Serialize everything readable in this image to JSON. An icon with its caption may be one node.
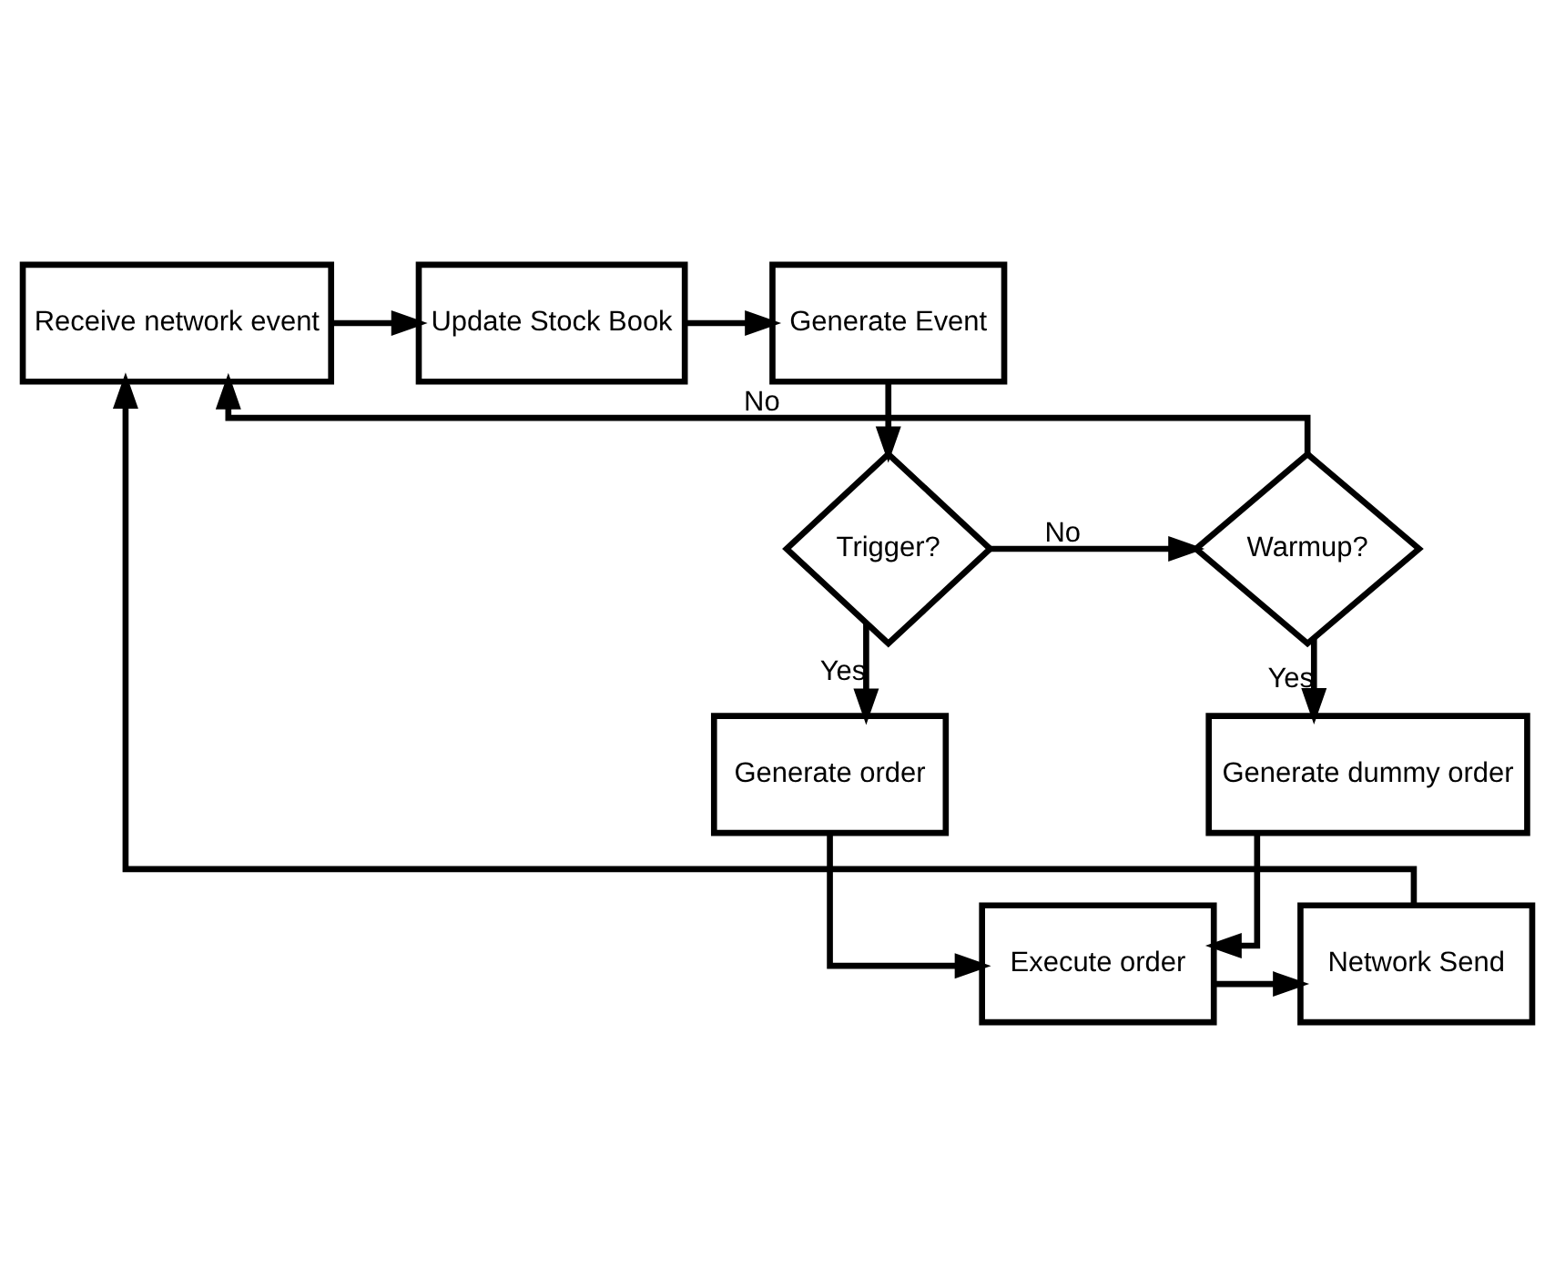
{
  "diagram": {
    "nodes": [
      {
        "text": [
          "Receive network event"
        ]
      },
      {
        "text": [
          "Update Stock Book"
        ]
      },
      {
        "text": [
          "Generate Event"
        ]
      },
      {
        "text": [
          "Trigger?"
        ]
      },
      {
        "text": [
          "Warmup?"
        ]
      },
      {
        "text": [
          "Generate dummy order"
        ]
      },
      {
        "text": [
          "Generate order"
        ]
      },
      {
        "text": [
          "Execute order"
        ]
      },
      {
        "text": [
          "Network Send"
        ]
      }
    ],
    "edges": [
      {
        "from": 0,
        "to": 1,
        "arrow": "to"
      },
      {
        "from": 1,
        "to": 2,
        "arrow": "to"
      },
      {
        "from": 2,
        "to": 3,
        "arrow": "to"
      },
      {
        "from": 3,
        "to": 4,
        "arrow": "to",
        "label": "No"
      },
      {
        "from": 3,
        "to": 6,
        "arrow": "to",
        "label": "Yes"
      },
      {
        "from": 4,
        "to": 0,
        "arrow": "to",
        "label": "No"
      },
      {
        "from": 4,
        "to": 5,
        "arrow": "to",
        "label": "Yes"
      },
      {
        "from": 5,
        "to": 7,
        "arrow": "to"
      },
      {
        "from": 6,
        "to": 7,
        "arrow": "to"
      },
      {
        "from": 7,
        "to": 8,
        "arrow": "to"
      },
      {
        "from": 8,
        "to": 0,
        "arrow": "to"
      }
    ]
  }
}
